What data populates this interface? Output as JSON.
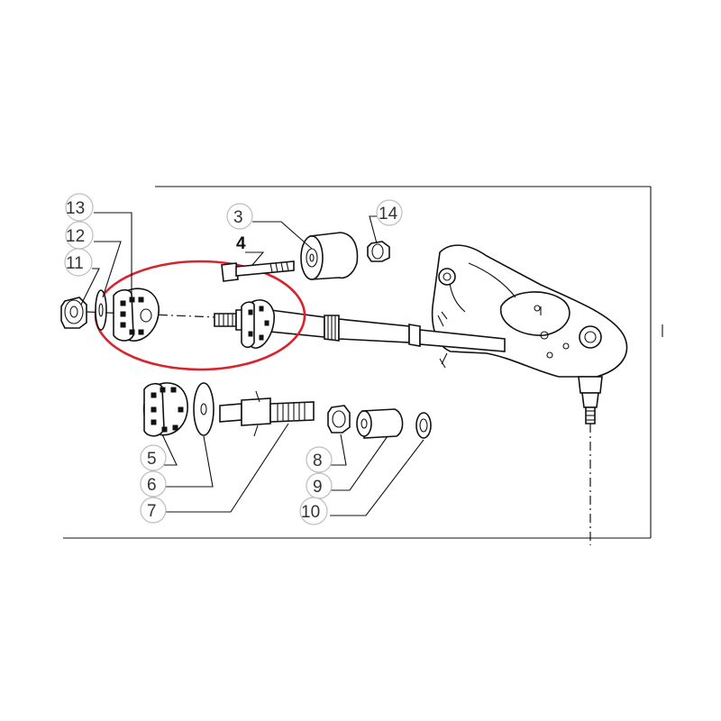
{
  "callouts": {
    "p3": "3",
    "p4": "4",
    "p5": "5",
    "p6": "6",
    "p7": "7",
    "p8": "8",
    "p9": "9",
    "p10": "10",
    "p11": "11",
    "p12": "12",
    "p13": "13",
    "p14": "14"
  },
  "colors": {
    "highlight_ellipse": "#d9232d",
    "line": "#111111",
    "callout_badge": "#bdbdbd"
  }
}
